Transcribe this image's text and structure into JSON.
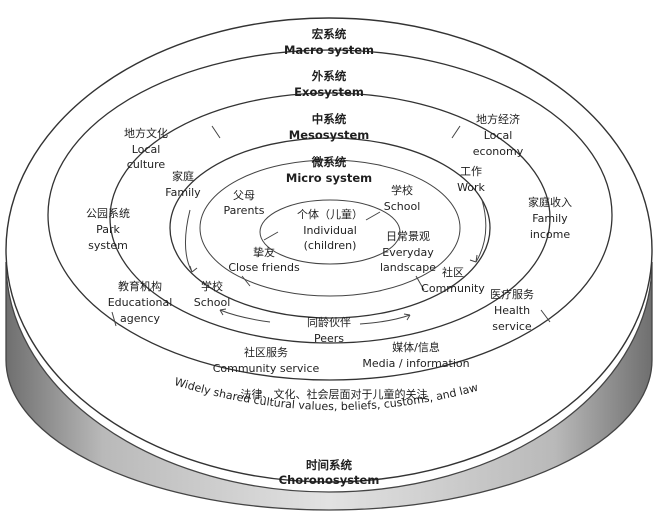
{
  "macro": {
    "zh": "宏系统",
    "en": "Macro system"
  },
  "exo": {
    "zh": "外系统",
    "en": "Exosystem"
  },
  "meso": {
    "zh": "中系统",
    "en": "Mesosystem"
  },
  "micro": {
    "zh": "微系统",
    "en": "Micro system"
  },
  "center": {
    "zh": "个体（儿童）",
    "en1": "Individual",
    "en2": "(children)"
  },
  "micro_items": {
    "parents": {
      "zh": "父母",
      "en": "Parents"
    },
    "school": {
      "zh": "学校",
      "en": "School"
    },
    "friends": {
      "zh": "挚友",
      "en": "Close friends"
    },
    "landscape": {
      "zh": "日常景观",
      "en1": "Everyday",
      "en2": "landscape"
    }
  },
  "meso_items": {
    "family": {
      "zh": "家庭",
      "en": "Family"
    },
    "work": {
      "zh": "工作",
      "en": "Work"
    },
    "community": {
      "zh": "社区",
      "en": "Community"
    },
    "peers": {
      "zh": "同龄伙伴",
      "en": "Peers"
    },
    "school": {
      "zh": "学校",
      "en": "School"
    }
  },
  "exo_items": {
    "culture": {
      "zh": "地方文化",
      "en1": "Local",
      "en2": "culture"
    },
    "economy": {
      "zh": "地方经济",
      "en1": "Local",
      "en2": "economy"
    },
    "park": {
      "zh": "公园系统",
      "en1": "Park",
      "en2": "system"
    },
    "income": {
      "zh": "家庭收入",
      "en1": "Family",
      "en2": "income"
    },
    "education": {
      "zh": "教育机构",
      "en1": "Educational",
      "en2": "agency"
    },
    "health": {
      "zh": "医疗服务",
      "en1": "Health",
      "en2": "service"
    },
    "community_service": {
      "zh": "社区服务",
      "en": "Community service"
    },
    "media": {
      "zh": "媒体/信息",
      "en": "Media / information"
    }
  },
  "macro_note": {
    "zh": "法律、文化、社会层面对于儿童的关注",
    "en": "Widely shared cultural values, beliefs, customs, and laws"
  },
  "chrono": {
    "zh": "时间系统",
    "en": "Choronosystem"
  }
}
